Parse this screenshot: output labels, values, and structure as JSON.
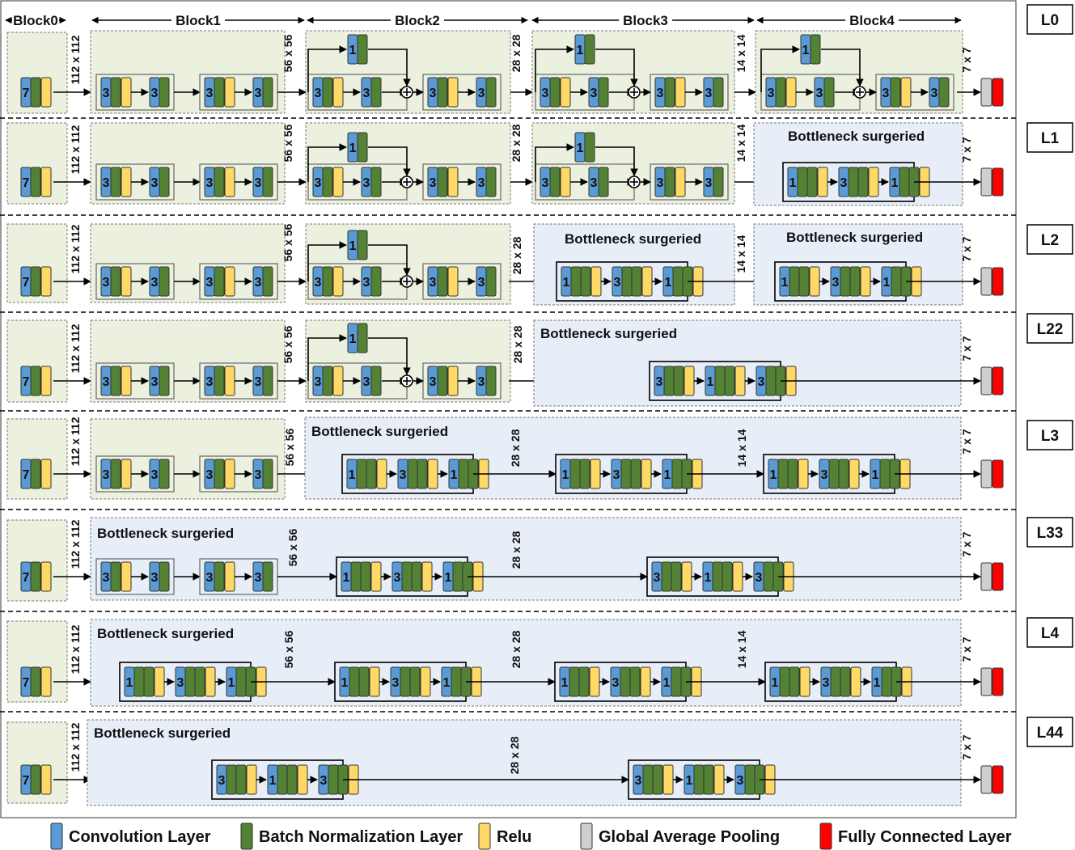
{
  "block_headers": [
    "Block0",
    "Block1",
    "Block2",
    "Block3",
    "Block4"
  ],
  "surgery_label": "Bottleneck surgeried",
  "dims": {
    "d112": "112 x 112",
    "d56": "56 x 56",
    "d28": "28 x 28",
    "d14": "14 x 14",
    "d7": "7 x 7"
  },
  "kernels": {
    "k1": "1",
    "k3": "3",
    "k7": "7"
  },
  "variants": [
    {
      "name": "L0"
    },
    {
      "name": "L1"
    },
    {
      "name": "L2"
    },
    {
      "name": "L22"
    },
    {
      "name": "L3"
    },
    {
      "name": "L33"
    },
    {
      "name": "L4"
    },
    {
      "name": "L44"
    }
  ],
  "legend": [
    {
      "label": "Convolution Layer",
      "color": "#5b9bd5"
    },
    {
      "label": "Batch Normalization Layer",
      "color": "#548235"
    },
    {
      "label": "Relu",
      "color": "#ffd966"
    },
    {
      "label": "Global Average Pooling",
      "color": "#d0cece"
    },
    {
      "label": "Fully Connected Layer",
      "color": "#ff0000"
    }
  ],
  "colors": {
    "conv": "#5b9bd5",
    "bn": "#548235",
    "relu": "#ffd966",
    "gap": "#d0cece",
    "fc": "#ff0000",
    "green_bg": "#ebf1de",
    "blue_bg": "#e7eef8"
  }
}
